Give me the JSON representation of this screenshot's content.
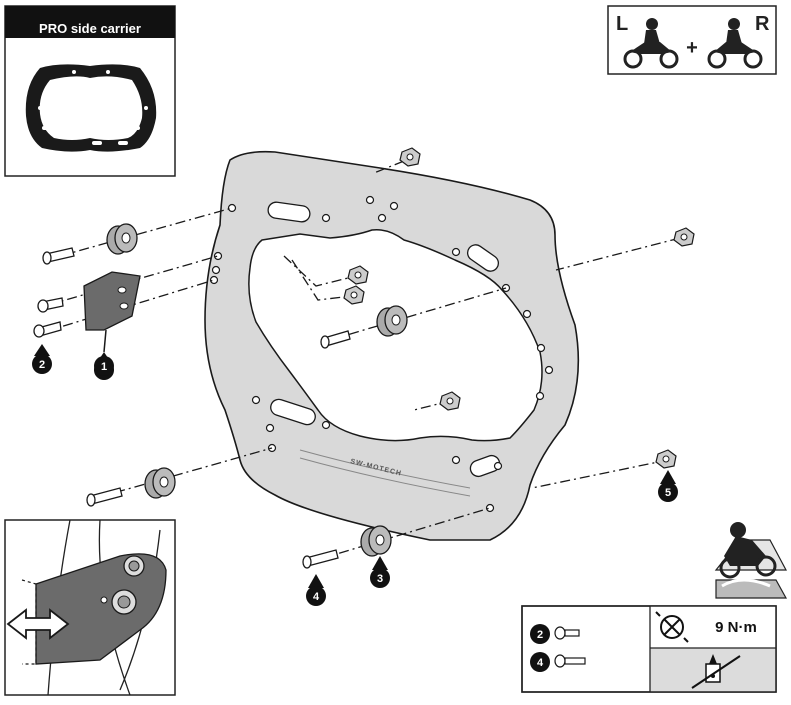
{
  "inset": {
    "title": "PRO side carrier"
  },
  "lr_icon": {
    "left_letter": "L",
    "plus": "+",
    "right_letter": "R"
  },
  "carrier_brand": "SW-MOTECH",
  "callouts": [
    {
      "id": "1",
      "label": "1"
    },
    {
      "id": "2",
      "label": "2"
    },
    {
      "id": "3",
      "label": "3"
    },
    {
      "id": "4",
      "label": "4"
    },
    {
      "id": "5",
      "label": "5"
    }
  ],
  "torque_table": {
    "rows": [
      {
        "callout": "2"
      },
      {
        "callout": "4"
      }
    ],
    "value": "9 N·m",
    "icons": [
      "torque-wrench-icon",
      "no-threadlocker-icon"
    ]
  },
  "colors": {
    "line": "#1a1a1a",
    "carrier_fill": "#d9d9d9",
    "carrier_inner": "#ececec",
    "bracket": "#6b6b6b",
    "table_shade": "#dcdcdc"
  }
}
